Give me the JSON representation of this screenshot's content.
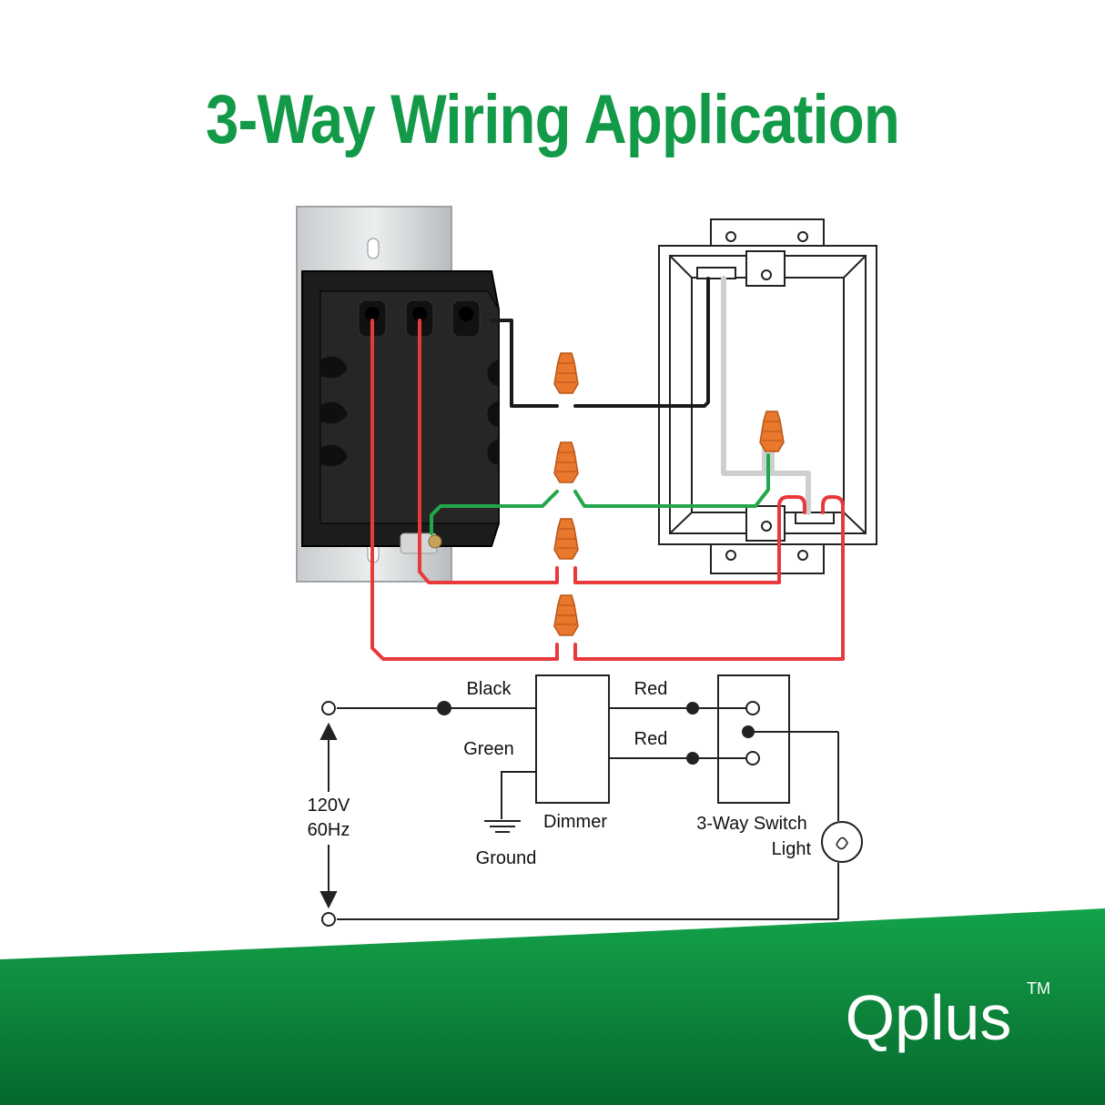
{
  "title": "3-Way Wiring Application",
  "labels": {
    "black": "Black",
    "green": "Green",
    "red_top": "Red",
    "red_bottom": "Red",
    "dimmer": "Dimmer",
    "ground": "Ground",
    "three_way_switch": "3-Way Switch",
    "light": "Light",
    "voltage": "120V",
    "frequency": "60Hz"
  },
  "brand": {
    "name": "Qplus",
    "trademark": "TM"
  },
  "colors": {
    "title_green": "#139a48",
    "wire_black": "#1a1a1a",
    "wire_green": "#22a84a",
    "wire_red": "#e8393b",
    "wire_white": "#cfcfcf",
    "connector_orange": "#e9772c",
    "footer_green": "#0d8a3d"
  }
}
